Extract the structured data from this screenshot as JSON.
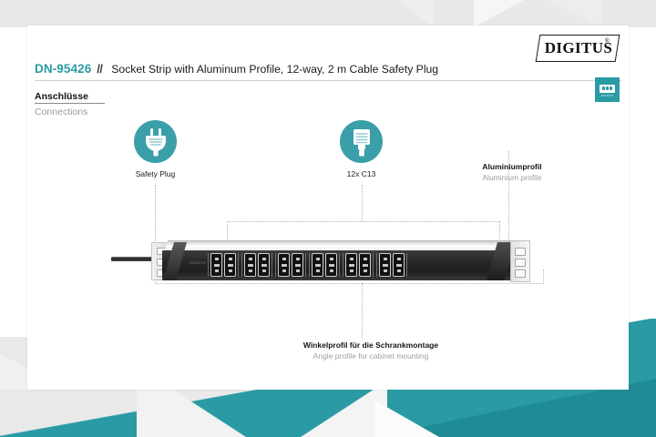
{
  "brand": {
    "name": "DIGITUS",
    "registered_mark": "®"
  },
  "header": {
    "product_code": "DN-95426",
    "separator": "//",
    "product_title": "Socket Strip with Aluminum Profile, 12-way, 2 m Cable Safety Plug"
  },
  "section": {
    "heading_de": "Anschlüsse",
    "heading_en": "Connections"
  },
  "feature_badge": {
    "icon": "socket-strip-icon",
    "caption": "DIGITUS"
  },
  "callouts": [
    {
      "id": "safety-plug",
      "icon": "power-plug-icon",
      "label": "Safety Plug"
    },
    {
      "id": "c13-sockets",
      "icon": "c13-connector-icon",
      "label": "12x C13"
    },
    {
      "id": "aluminium-profile",
      "label_de": "Aluminiumprofil",
      "label_en": "Aluminium profile"
    },
    {
      "id": "angle-profile",
      "label_de": "Winkelprofil für die Schrankmontage",
      "label_en": "Angle profile for cabinet mounting"
    }
  ],
  "product_photo": {
    "name": "socket-strip-photo",
    "socket_count": 12,
    "strip_brand_imprint": "DIGITUS"
  },
  "colors": {
    "accent_teal": "#2a9ba4",
    "icon_circle_teal": "#3a9fa8",
    "title_black": "#1a1a1a",
    "muted_gray": "#9e9e9e",
    "background_gray": "#e9e9e9"
  }
}
